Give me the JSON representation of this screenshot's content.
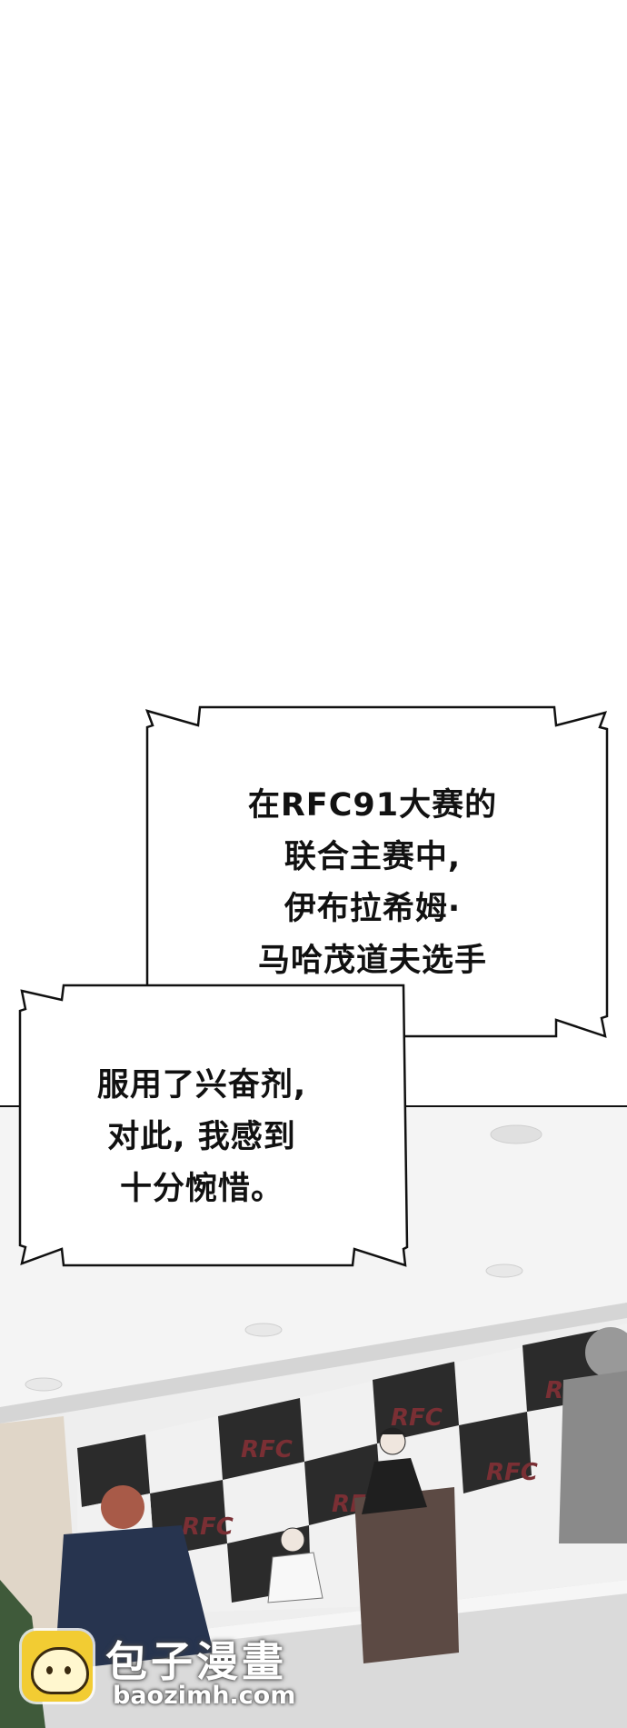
{
  "bubbles": {
    "top": {
      "lines": [
        "在RFC91大赛的",
        "联合主赛中,",
        "伊布拉希姆·",
        "马哈茂道夫选手"
      ]
    },
    "bottom": {
      "lines": [
        "服用了兴奋剂,",
        "对此, 我感到",
        "十分惋惜。"
      ]
    }
  },
  "scene": {
    "backdrop_logo": "RFC"
  },
  "watermark": {
    "title": "包子漫畫",
    "url": "baozimh.com",
    "icon": "bun-mascot-icon"
  },
  "colors": {
    "panel_line": "#111111",
    "watermark_icon": "#f2cc33",
    "backdrop_dark": "#2b2b2b",
    "backdrop_light": "#f1f1f1",
    "rfc_text": "#7a2f34"
  }
}
